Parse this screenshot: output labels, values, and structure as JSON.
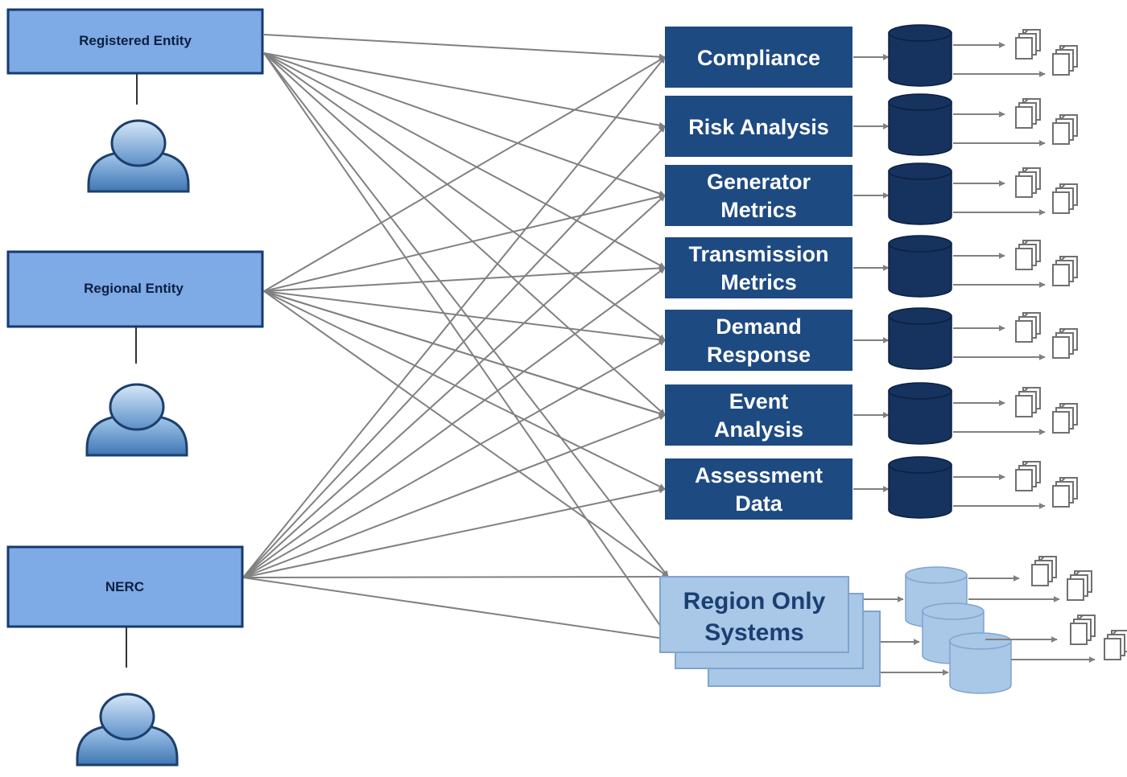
{
  "entities": [
    {
      "id": "registered",
      "label": "Registered Entity"
    },
    {
      "id": "regional",
      "label": "Regional Entity"
    },
    {
      "id": "nerc",
      "label": "NERC"
    }
  ],
  "systems": [
    {
      "id": "compliance",
      "lines": [
        "Compliance"
      ]
    },
    {
      "id": "risk-analysis",
      "lines": [
        "Risk Analysis"
      ]
    },
    {
      "id": "generator-metrics",
      "lines": [
        "Generator",
        "Metrics"
      ]
    },
    {
      "id": "transmission-metrics",
      "lines": [
        "Transmission",
        "Metrics"
      ]
    },
    {
      "id": "demand-response",
      "lines": [
        "Demand",
        "Response"
      ]
    },
    {
      "id": "event-analysis",
      "lines": [
        "Event",
        "Analysis"
      ]
    },
    {
      "id": "assessment-data",
      "lines": [
        "Assessment",
        "Data"
      ]
    }
  ],
  "region_only": {
    "lines": [
      "Region Only",
      "Systems"
    ]
  },
  "colors": {
    "entity_fill": "#7eaae6",
    "entity_border": "#163a6e",
    "system_fill": "#1e4a82",
    "db_fill": "#16325f",
    "region_fill": "#a9c7e6",
    "region_border": "#7fa4cf",
    "region_db_fill": "#a9c7e6",
    "arrow": "#808080",
    "person_light": "#b9d4f0",
    "person_dark": "#3f77b4"
  },
  "icons": {
    "person": "user-icon",
    "database": "database-icon",
    "documents": "documents-icon"
  }
}
